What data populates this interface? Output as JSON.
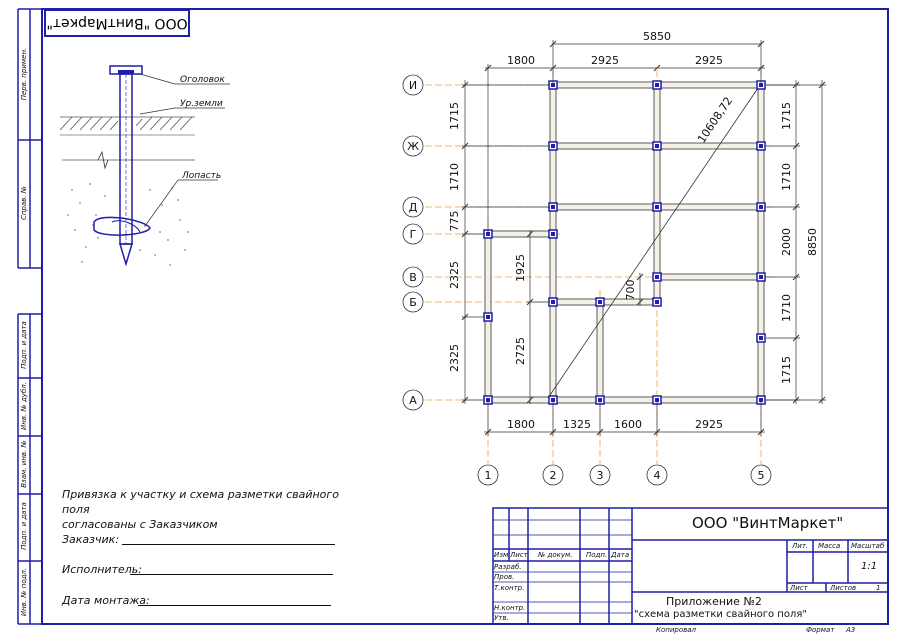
{
  "sheet_title_stamp": "ООО \"ВинтМаркет\"",
  "pile_labels": {
    "head": "Оголовок",
    "ground": "Ур.земли",
    "blade": "Лопасть"
  },
  "side_stamps": [
    "Перв. примен.",
    "Справ. №",
    "Подп. и дата",
    "Инв. № дубл.",
    "Взам. инв. №",
    "Подп. и дата",
    "Инв. № подл."
  ],
  "agreement": {
    "text_line1": "Привязка к участку и схема разметки свайного поля",
    "text_line2": "согласованы с Заказчиком",
    "customer": "Заказчик:",
    "contractor": "Исполнитель:",
    "install_date": "Дата монтажа:"
  },
  "plan": {
    "row_axes": [
      "И",
      "Ж",
      "Д",
      "Г",
      "В",
      "Б",
      "А"
    ],
    "col_axes": [
      "1",
      "2",
      "3",
      "4",
      "5"
    ],
    "top_total": "5850",
    "top_dims": [
      "1800",
      "2925",
      "2925"
    ],
    "bottom_dims": [
      "1800",
      "1325",
      "1600",
      "2925"
    ],
    "left_dims": [
      "1715",
      "1710",
      "775",
      "2325",
      "2325"
    ],
    "inner_dims": [
      "1925",
      "2725",
      "700"
    ],
    "right_dims": [
      "1715",
      "1710",
      "2000",
      "1710",
      "1715"
    ],
    "right_total": "8850",
    "diagonal": "10608,72"
  },
  "title_block": {
    "company": "ООО \"ВинтМаркет\"",
    "header_cols": [
      "Изм",
      "Лист",
      "№ докум.",
      "Подп.",
      "Дата"
    ],
    "roles": [
      "Разраб.",
      "Пров.",
      "Т.контр.",
      "Н.контр.",
      "Утв."
    ],
    "lit_label": "Лит.",
    "mass_label": "Масса",
    "scale_label": "Масштаб",
    "scale_value": "1:1",
    "sheet_label": "Лист",
    "sheets_label": "Листов",
    "sheets_value": "1",
    "appendix_line1": "Приложение №2",
    "appendix_line2": "\"схема разметки свайного поля\"",
    "copied": "Копировал",
    "format_label": "Формат",
    "format_value": "А3"
  }
}
